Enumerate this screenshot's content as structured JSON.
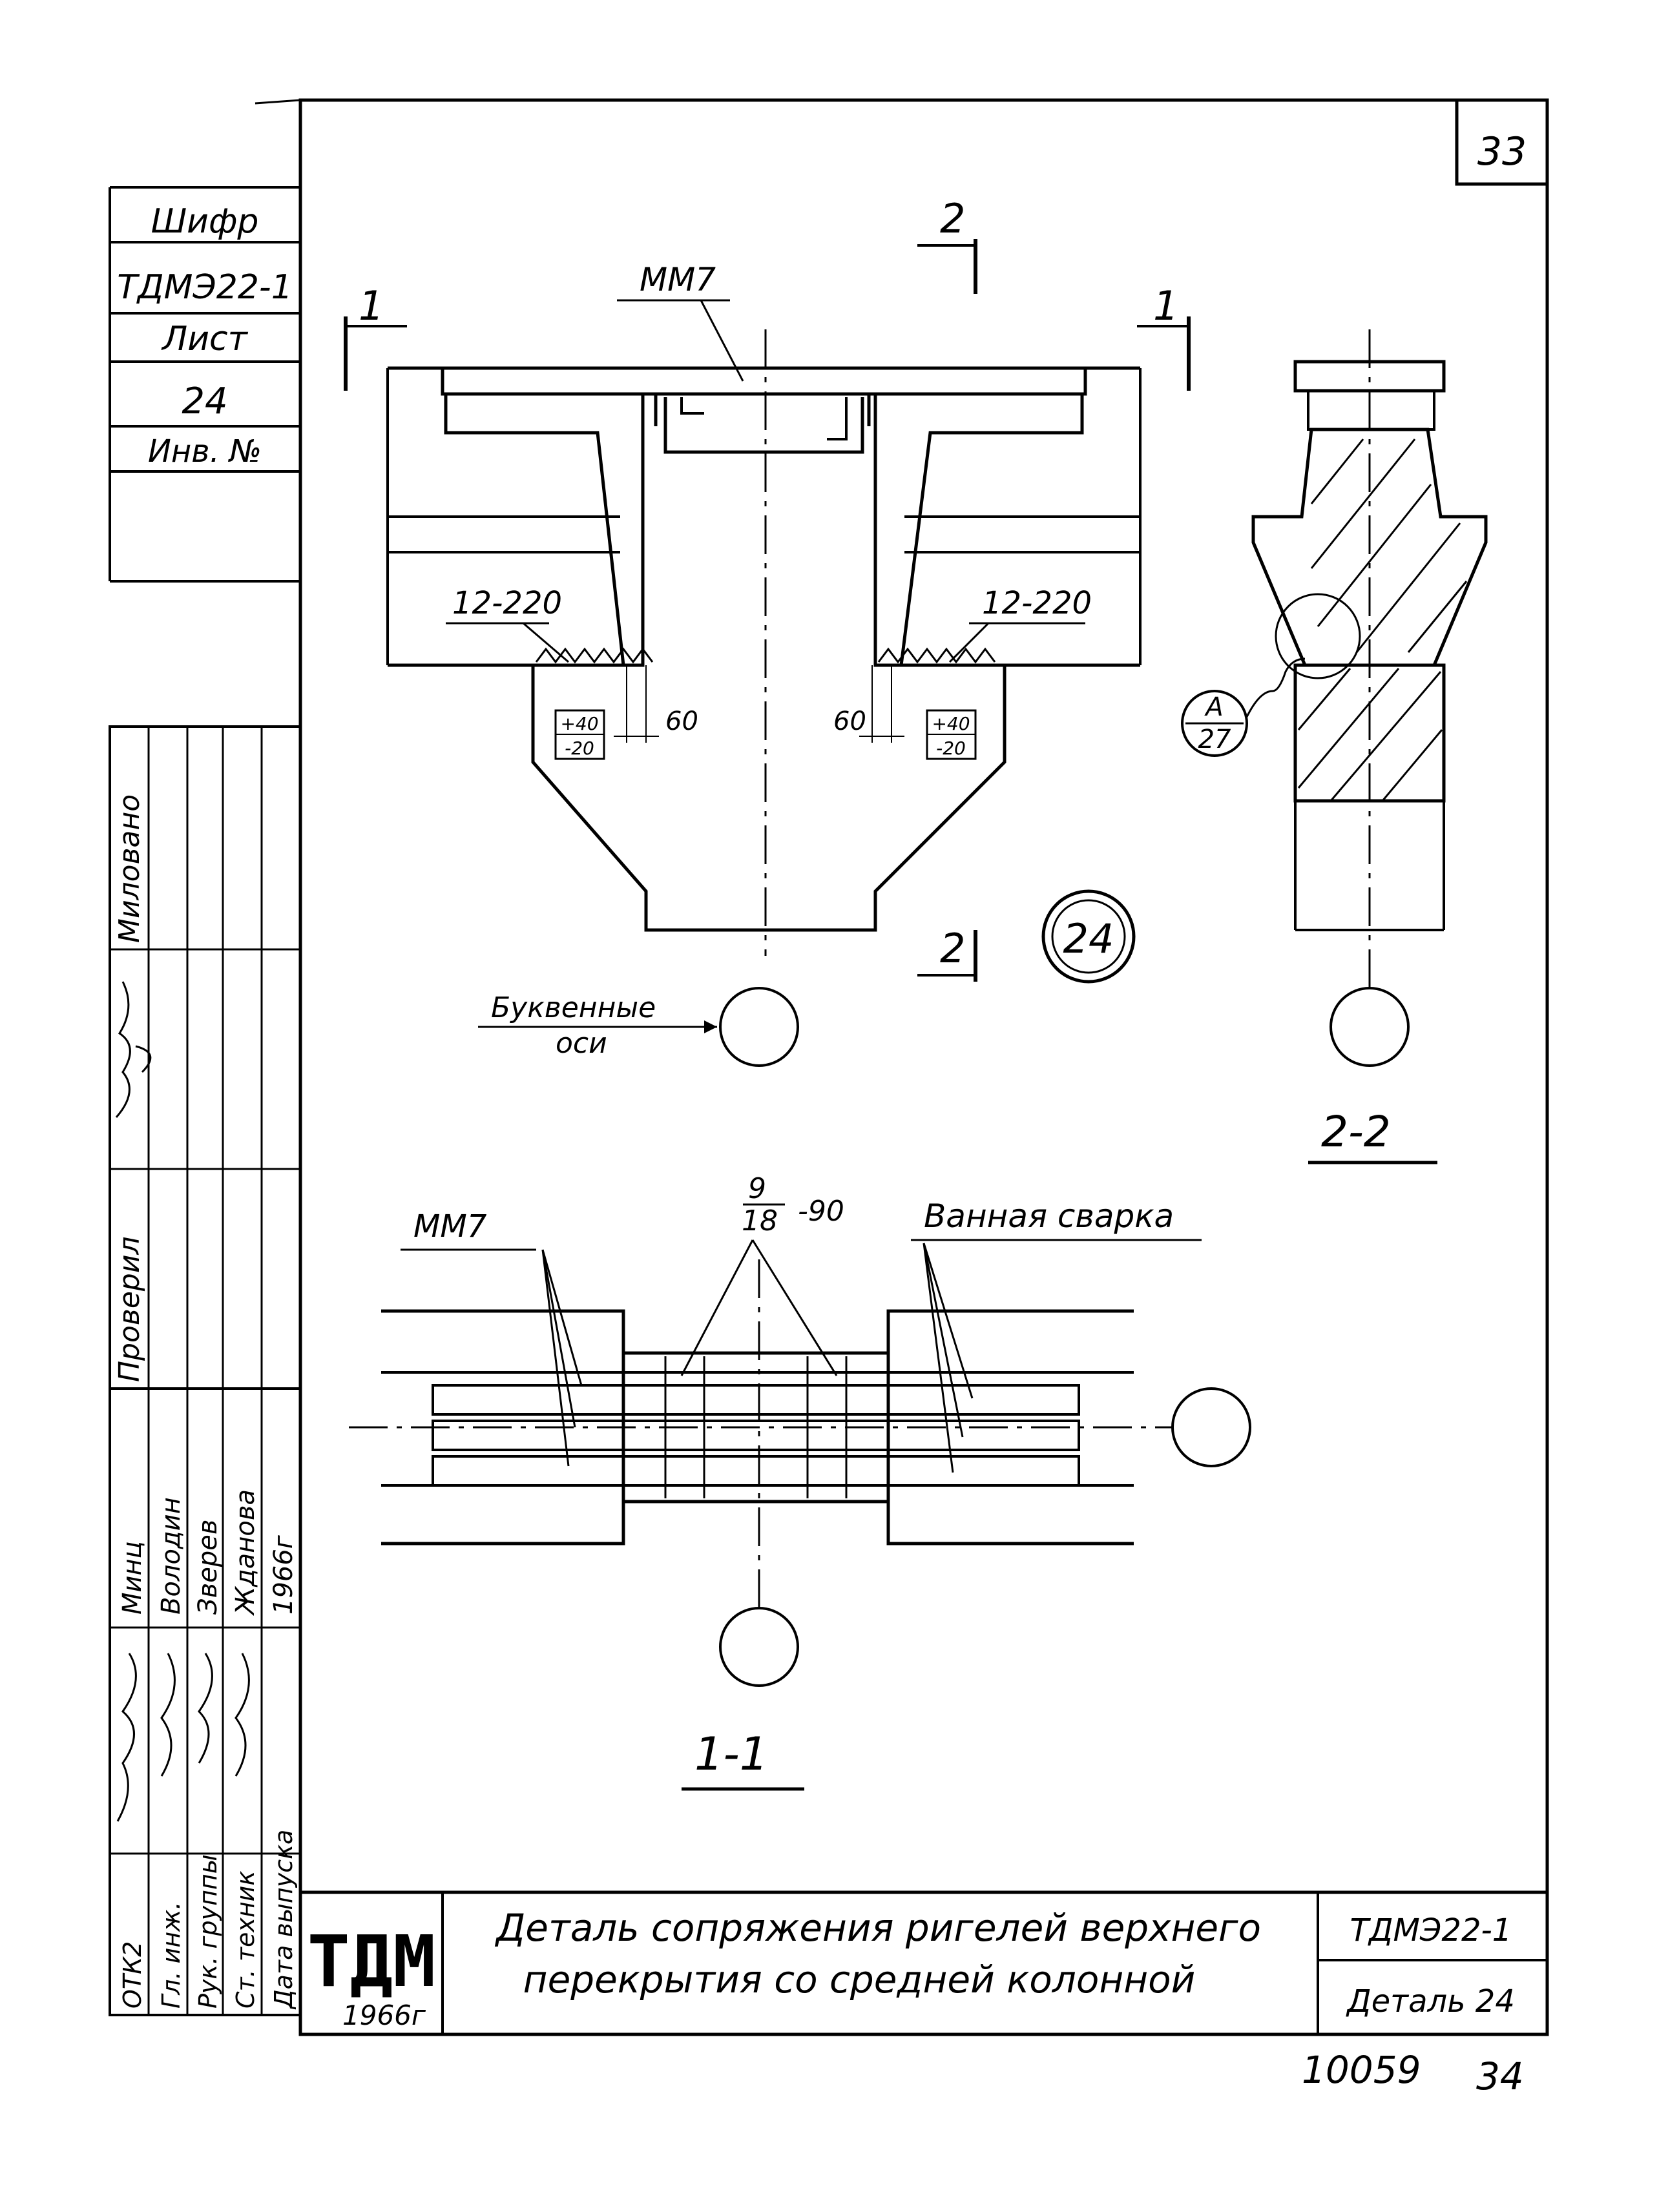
{
  "sheet": {
    "sheet_number": "33",
    "bottom_right_number": "10059",
    "bottom_right_page": "34"
  },
  "side_stamp": {
    "cipher_label": "Шифр",
    "cipher_value": "ТДМЭ22-1",
    "sheet_label": "Лист",
    "sheet_value": "24",
    "inv_label": "Инв. №",
    "roles": [
      "Проверил",
      "Миловано"
    ],
    "team_roles": [
      "ОТК2",
      "Гл. инж.",
      "Рук. группы",
      "Ст. техник",
      "Дата выпуска"
    ],
    "team_names": [
      "Минц",
      "Володин",
      "Зверев",
      "Жданова",
      "1966г"
    ]
  },
  "title_block": {
    "logo": "ТДМ",
    "year": "1966г",
    "title_line1": "Деталь сопряжения ригелей верхнего",
    "title_line2": "перекрытия со средней колонной",
    "code": "ТДМЭ22-1",
    "detail_label": "Деталь 24"
  },
  "diagram": {
    "cut_1": "1",
    "cut_2": "2",
    "mark_mm7": "ММ7",
    "weld_left": "12-220",
    "weld_right": "12-220",
    "tol_left_top": "+40",
    "tol_left_bottom": "-20",
    "tol_right_top": "+40",
    "tol_right_bottom": "-20",
    "dim_60_left": "60",
    "dim_60_right": "60",
    "node_badge": "24",
    "axes_label_line1": "Буквенные",
    "axes_label_line2": "оси",
    "callout_top": "А",
    "callout_bottom": "27",
    "section_22": "2-2",
    "section_11": "1-1",
    "mm7_lower": "ММ7",
    "bar_num": "9",
    "bar_den": "18",
    "bar_len": "-90",
    "weld_type": "Ванная сварка"
  }
}
